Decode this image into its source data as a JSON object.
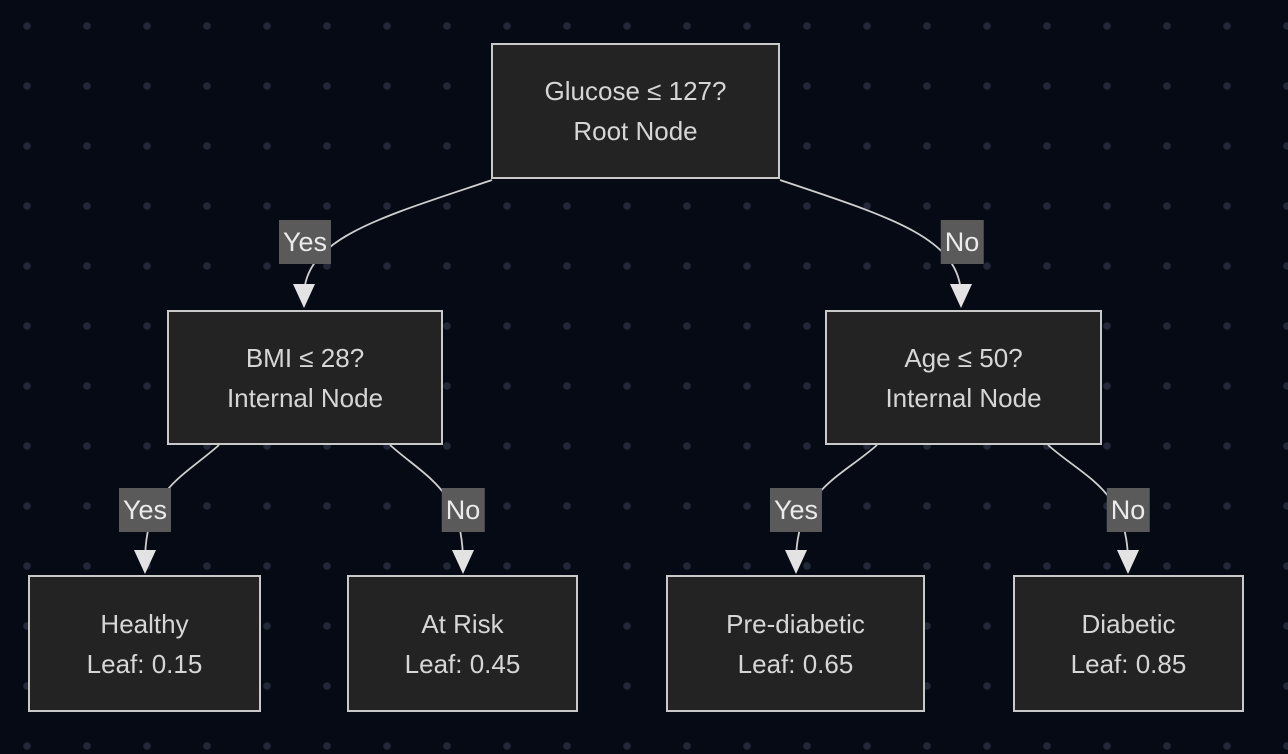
{
  "diagram": {
    "type": "decision-tree-flowchart",
    "colors": {
      "bg": "#060a15",
      "dot": "#222838",
      "node-fill": "#232323",
      "node-border": "#c9c9c9",
      "node-text": "#d6d6d6",
      "edge-stroke": "#cfcfcf",
      "arrow-fill": "#e3e3e3",
      "label-bg": "#5a5a5a",
      "label-text": "#ebebeb"
    },
    "nodes": [
      {
        "id": "root",
        "line1": "Glucose ≤ 127?",
        "line2": "Root Node"
      },
      {
        "id": "bmi",
        "line1": "BMI ≤ 28?",
        "line2": "Internal Node"
      },
      {
        "id": "age",
        "line1": "Age ≤ 50?",
        "line2": "Internal Node"
      },
      {
        "id": "healthy",
        "line1": "Healthy",
        "line2": "Leaf: 0.15"
      },
      {
        "id": "at-risk",
        "line1": "At Risk",
        "line2": "Leaf: 0.45"
      },
      {
        "id": "pre-diabetic",
        "line1": "Pre-diabetic",
        "line2": "Leaf: 0.65"
      },
      {
        "id": "diabetic",
        "line1": "Diabetic",
        "line2": "Leaf: 0.85"
      }
    ],
    "edges": [
      {
        "from": "root",
        "to": "bmi",
        "label": "Yes"
      },
      {
        "from": "root",
        "to": "age",
        "label": "No"
      },
      {
        "from": "bmi",
        "to": "healthy",
        "label": "Yes"
      },
      {
        "from": "bmi",
        "to": "at-risk",
        "label": "No"
      },
      {
        "from": "age",
        "to": "pre-diabetic",
        "label": "Yes"
      },
      {
        "from": "age",
        "to": "diabetic",
        "label": "No"
      }
    ]
  }
}
